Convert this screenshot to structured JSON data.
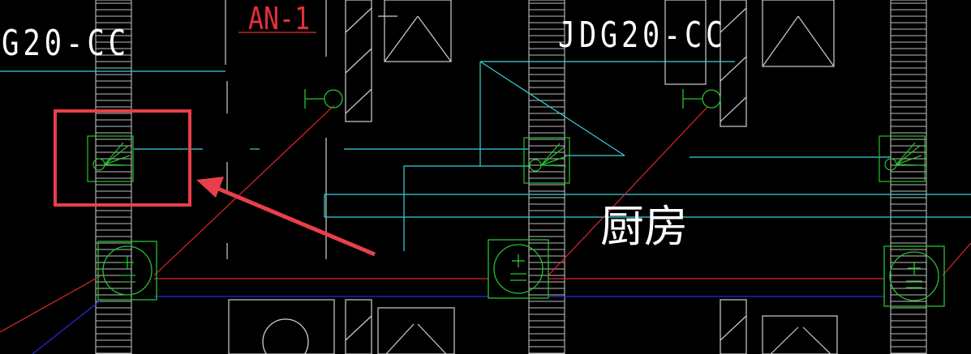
{
  "drawing": {
    "background": "#000000",
    "labels": {
      "conduit_left": "G20-CC",
      "conduit_right": "JDG20-CC",
      "circuit_id": "AN-1",
      "room_name": "厨房"
    },
    "colors": {
      "conduit_text": "#ffffff",
      "circuit_text": "#e2303a",
      "wall_lines": "#cfcfcf",
      "cyan_lines": "#38d2dc",
      "green_symbols": "#27c230",
      "red_wiring": "#e0262b",
      "blue_wiring": "#2a2ae0",
      "highlight": "#e8404a"
    },
    "symbols": {
      "socket_icon": "plus-minus-socket-icon",
      "fan_icon": "exhaust-fan-icon",
      "switch_icon": "pull-switch-icon"
    }
  }
}
